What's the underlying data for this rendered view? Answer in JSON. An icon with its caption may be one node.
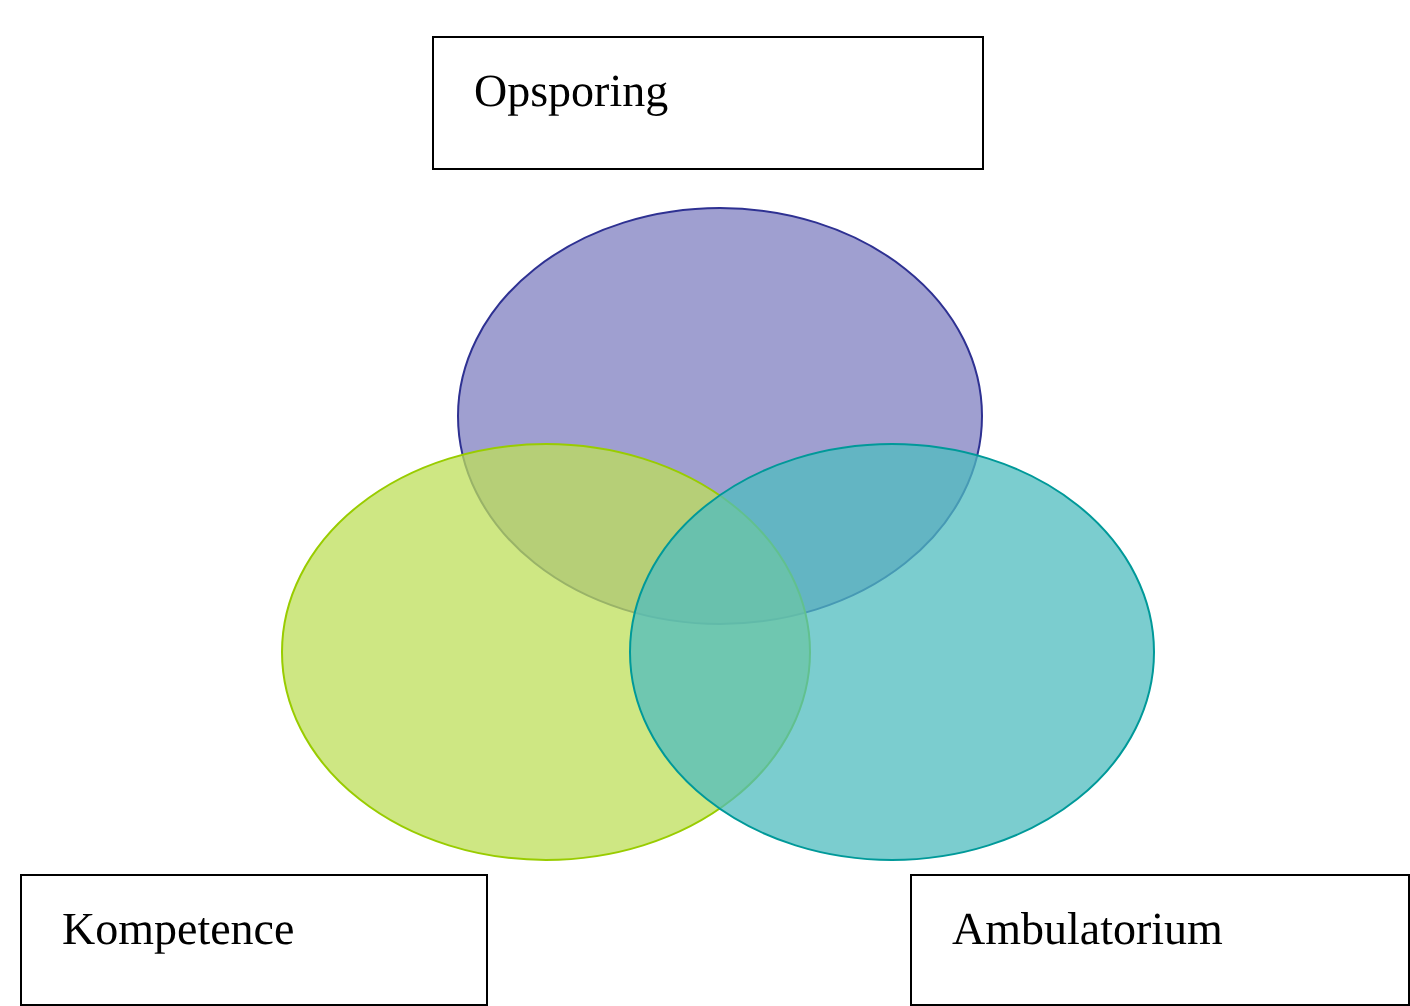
{
  "diagram": {
    "nodes": [
      {
        "text": [
          "Opsporing"
        ]
      },
      {
        "text": [],
        "shape": "circle"
      },
      {
        "text": [],
        "shape": "circle"
      },
      {
        "text": [],
        "shape": "circle"
      },
      {
        "text": [
          "Kompetence"
        ]
      },
      {
        "text": [
          "Ambulatorium"
        ]
      }
    ]
  }
}
